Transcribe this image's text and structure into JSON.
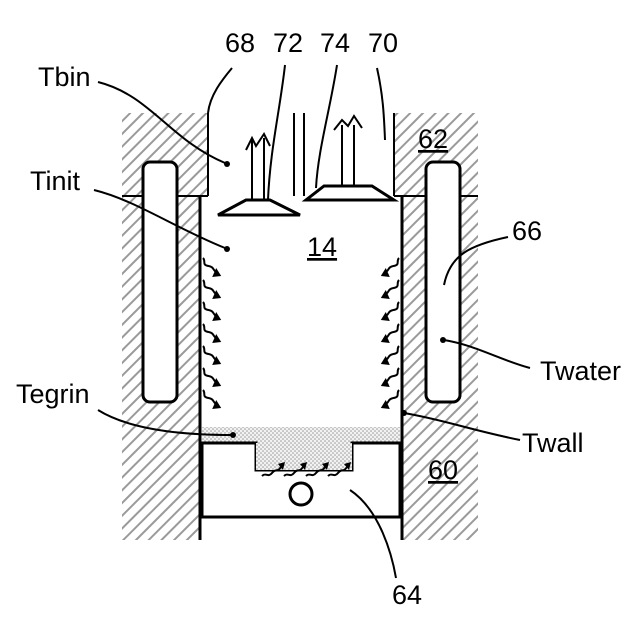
{
  "labels": {
    "tbin": "Tbin",
    "tinit": "Tinit",
    "tegrin": "Tegrin",
    "twater": "Twater",
    "twall": "Twall"
  },
  "refs": {
    "r68": "68",
    "r72": "72",
    "r74": "74",
    "r70": "70",
    "r62": "62",
    "r66": "66",
    "r14": "14",
    "r60": "60",
    "r64": "64"
  },
  "colors": {
    "ink": "#000000",
    "background": "#ffffff",
    "hatch": "#9a9a9a",
    "stipple": "#b0b0b0"
  }
}
